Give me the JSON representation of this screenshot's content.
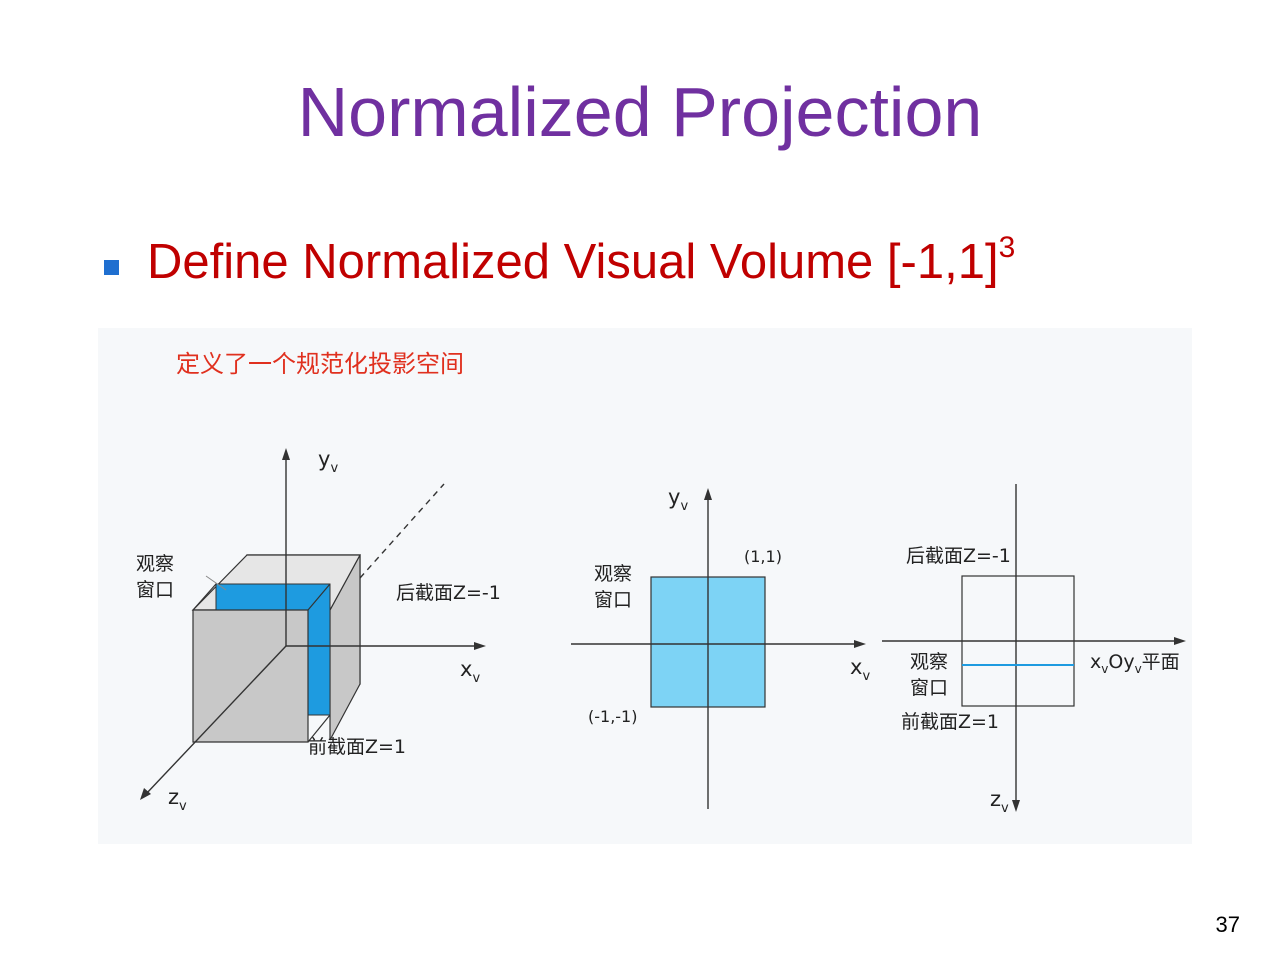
{
  "slide": {
    "title": "Normalized Projection",
    "bullet": {
      "text": "Define Normalized Visual Volume [-1,1]",
      "superscript": "3"
    },
    "page_number": "37"
  },
  "figure": {
    "caption": "定义了一个规范化投影空间",
    "left_3d": {
      "y_axis": "y",
      "y_sub": "v",
      "x_axis": "x",
      "x_sub": "v",
      "z_axis": "z",
      "z_sub": "v",
      "window_label_line1": "观察",
      "window_label_line2": "窗口",
      "back_plane": "后截面Z=-1",
      "front_plane": "前截面Z=1"
    },
    "middle_xy": {
      "y_axis": "y",
      "y_sub": "v",
      "x_axis": "x",
      "x_sub": "v",
      "window_label_line1": "观察",
      "window_label_line2": "窗口",
      "corner_top_right": "(1,1)",
      "corner_bottom_left": "(-1,-1)"
    },
    "right_xz": {
      "back_plane": "后截面Z=-1",
      "front_plane": "前截面Z=1",
      "window_label_line1": "观察",
      "window_label_line2": "窗口",
      "plane_x": "x",
      "plane_x_sub": "v",
      "plane_o": "Oy",
      "plane_o_sub": "v",
      "plane_suffix": "平面",
      "z_axis": "z",
      "z_sub": "v"
    },
    "colors": {
      "title": "#7030a0",
      "bullet_text": "#c00000",
      "bullet_mark": "#1f6fd0",
      "window_blue": "#1e9be0",
      "square_light_blue": "#7dd3f5",
      "cube_gray": "#c8c8c8",
      "caption_red": "#e0301e"
    }
  }
}
